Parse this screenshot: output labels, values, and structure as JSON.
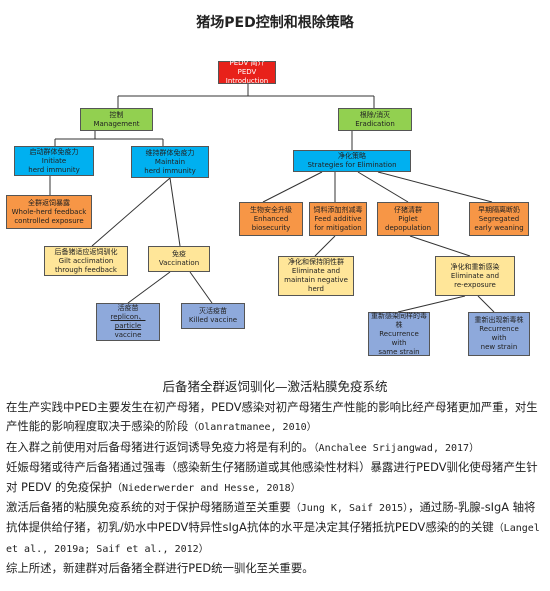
{
  "title": "猪场PED控制和根除策略",
  "nodes": {
    "root": {
      "cn": "PEDV 简介",
      "en": "PEDV Introduction"
    },
    "management": {
      "cn": "控制",
      "en": "Management"
    },
    "eradication": {
      "cn": "根除/消灭",
      "en": "Eradication"
    },
    "initiate": {
      "cn": "启动群体免疫力",
      "en": "Initiate",
      "en2": "herd immunity"
    },
    "maintain": {
      "cn": "维持群体免疫力",
      "en": "Maintain",
      "en2": "herd immunity"
    },
    "strategies": {
      "cn": "净化策略",
      "en": "Strategies for Elimination"
    },
    "feedback": {
      "cn": "全群返饲暴露",
      "en": "Whole-herd feedback",
      "en2": "controlled exposure"
    },
    "gilt": {
      "cn": "后备猪适应返饲驯化",
      "en": "Gilt acclimation",
      "en2": "through feedback"
    },
    "vaccination": {
      "cn": "免疫",
      "en": "Vaccination"
    },
    "biosecurity": {
      "cn": "生物安全升级",
      "en": "Enhanced biosecurity"
    },
    "feed_additive": {
      "cn": "饲料添加剂减毒",
      "en": "Feed additive",
      "en2": "for mitigation"
    },
    "depopulation": {
      "cn": "仔猪清群",
      "en": "Piglet",
      "en2": "depopulation"
    },
    "weaning": {
      "cn": "早期隔离断奶",
      "en": "Segregated",
      "en2": "early weaning"
    },
    "eliminate_neg": {
      "cn": "净化和保持阴性群",
      "en": "Eliminate and",
      "en2": "maintain negative",
      "en3": "herd"
    },
    "re_exposure": {
      "cn": "净化和重新感染",
      "en": "Eliminate and",
      "en2": "re-exposure"
    },
    "replicon": {
      "cn": "活疫苗",
      "en": "replicon、particle",
      "en2": "vaccine"
    },
    "killed": {
      "cn": "灭活疫苗",
      "en": "Killed vaccine"
    },
    "same_strain": {
      "cn": "重新感染同样的毒株",
      "en": "Recurrence with",
      "en2": "same strain"
    },
    "new_strain": {
      "cn": "重新出现新毒株",
      "en": "Recurrence with",
      "en2": "new strain"
    }
  },
  "caption": "后备猪全群返饲驯化—激活粘膜免疫系统",
  "paragraphs": [
    {
      "text": "在生产实践中PED主要发生在初产母猪，PEDV感染对初产母猪生产性能的影响比经产母猪更加严重，对生产性能的影响程度取决于感染的阶段",
      "ref": "（Olanratmanee, 2010）"
    },
    {
      "text": "在入群之前使用对后备母猪进行返饲诱导免疫力将是有利的。",
      "ref": "（Anchalee Srijangwad, 2017）"
    },
    {
      "text": "妊娠母猪或待产后备猪通过强毒（感染新生仔猪肠道或其他感染性材料）暴露进行PEDV驯化使母猪产生针对 PEDV 的免疫保护",
      "ref": "（Niederwerder and Hesse, 2018）"
    },
    {
      "text": "激活后备猪的粘膜免疫系统的对于保护母猪肠道至关重要",
      "ref": "（Jung K, Saif 2015）",
      "text2": "，通过肠-乳腺-sIgA 轴将抗体提供给仔猪，初乳/奶水中PEDV特异性sIgA抗体的水平是决定其仔猪抵抗PEDV感染的的关键",
      "ref2": "（Langel et al., 2019a; Saif et al., 2012）"
    },
    {
      "text": "综上所述，新建群对后备猪全群进行PED统一驯化至关重要。",
      "ref": ""
    }
  ],
  "colors": {
    "red": "#e8211a",
    "green": "#92d050",
    "blue": "#00b0f0",
    "orange": "#f79646",
    "yellow": "#ffe699",
    "lilac": "#8ea9db"
  }
}
